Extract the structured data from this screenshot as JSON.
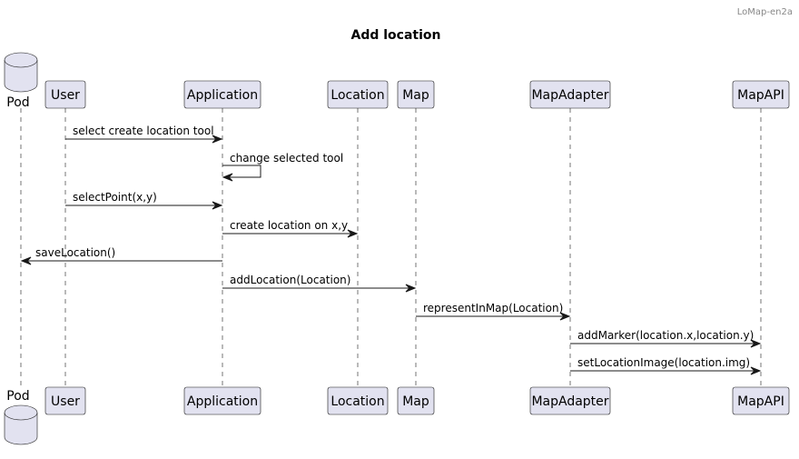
{
  "header": {
    "text": "LoMap-en2a"
  },
  "title": "Add location",
  "participants": [
    {
      "id": "pod",
      "label": "Pod",
      "kind": "database"
    },
    {
      "id": "user",
      "label": "User",
      "kind": "participant"
    },
    {
      "id": "application",
      "label": "Application",
      "kind": "participant"
    },
    {
      "id": "location",
      "label": "Location",
      "kind": "participant"
    },
    {
      "id": "map",
      "label": "Map",
      "kind": "participant"
    },
    {
      "id": "mapadapter",
      "label": "MapAdapter",
      "kind": "participant"
    },
    {
      "id": "mapapi",
      "label": "MapAPI",
      "kind": "participant"
    }
  ],
  "messages": [
    {
      "from": "user",
      "to": "application",
      "text": "select create location tool"
    },
    {
      "from": "application",
      "to": "application",
      "text": "change selected tool"
    },
    {
      "from": "user",
      "to": "application",
      "text": "selectPoint(x,y)"
    },
    {
      "from": "application",
      "to": "location",
      "text": "create location on x,y"
    },
    {
      "from": "application",
      "to": "pod",
      "text": "saveLocation()"
    },
    {
      "from": "application",
      "to": "map",
      "text": "addLocation(Location)"
    },
    {
      "from": "map",
      "to": "mapadapter",
      "text": "representInMap(Location)"
    },
    {
      "from": "mapadapter",
      "to": "mapapi",
      "text": "addMarker(location.x,location.y)"
    },
    {
      "from": "mapadapter",
      "to": "mapapi",
      "text": "setLocationImage(location.img)"
    }
  ],
  "colors": {
    "participant_fill": "#E2E2F0",
    "line": "#181818"
  }
}
